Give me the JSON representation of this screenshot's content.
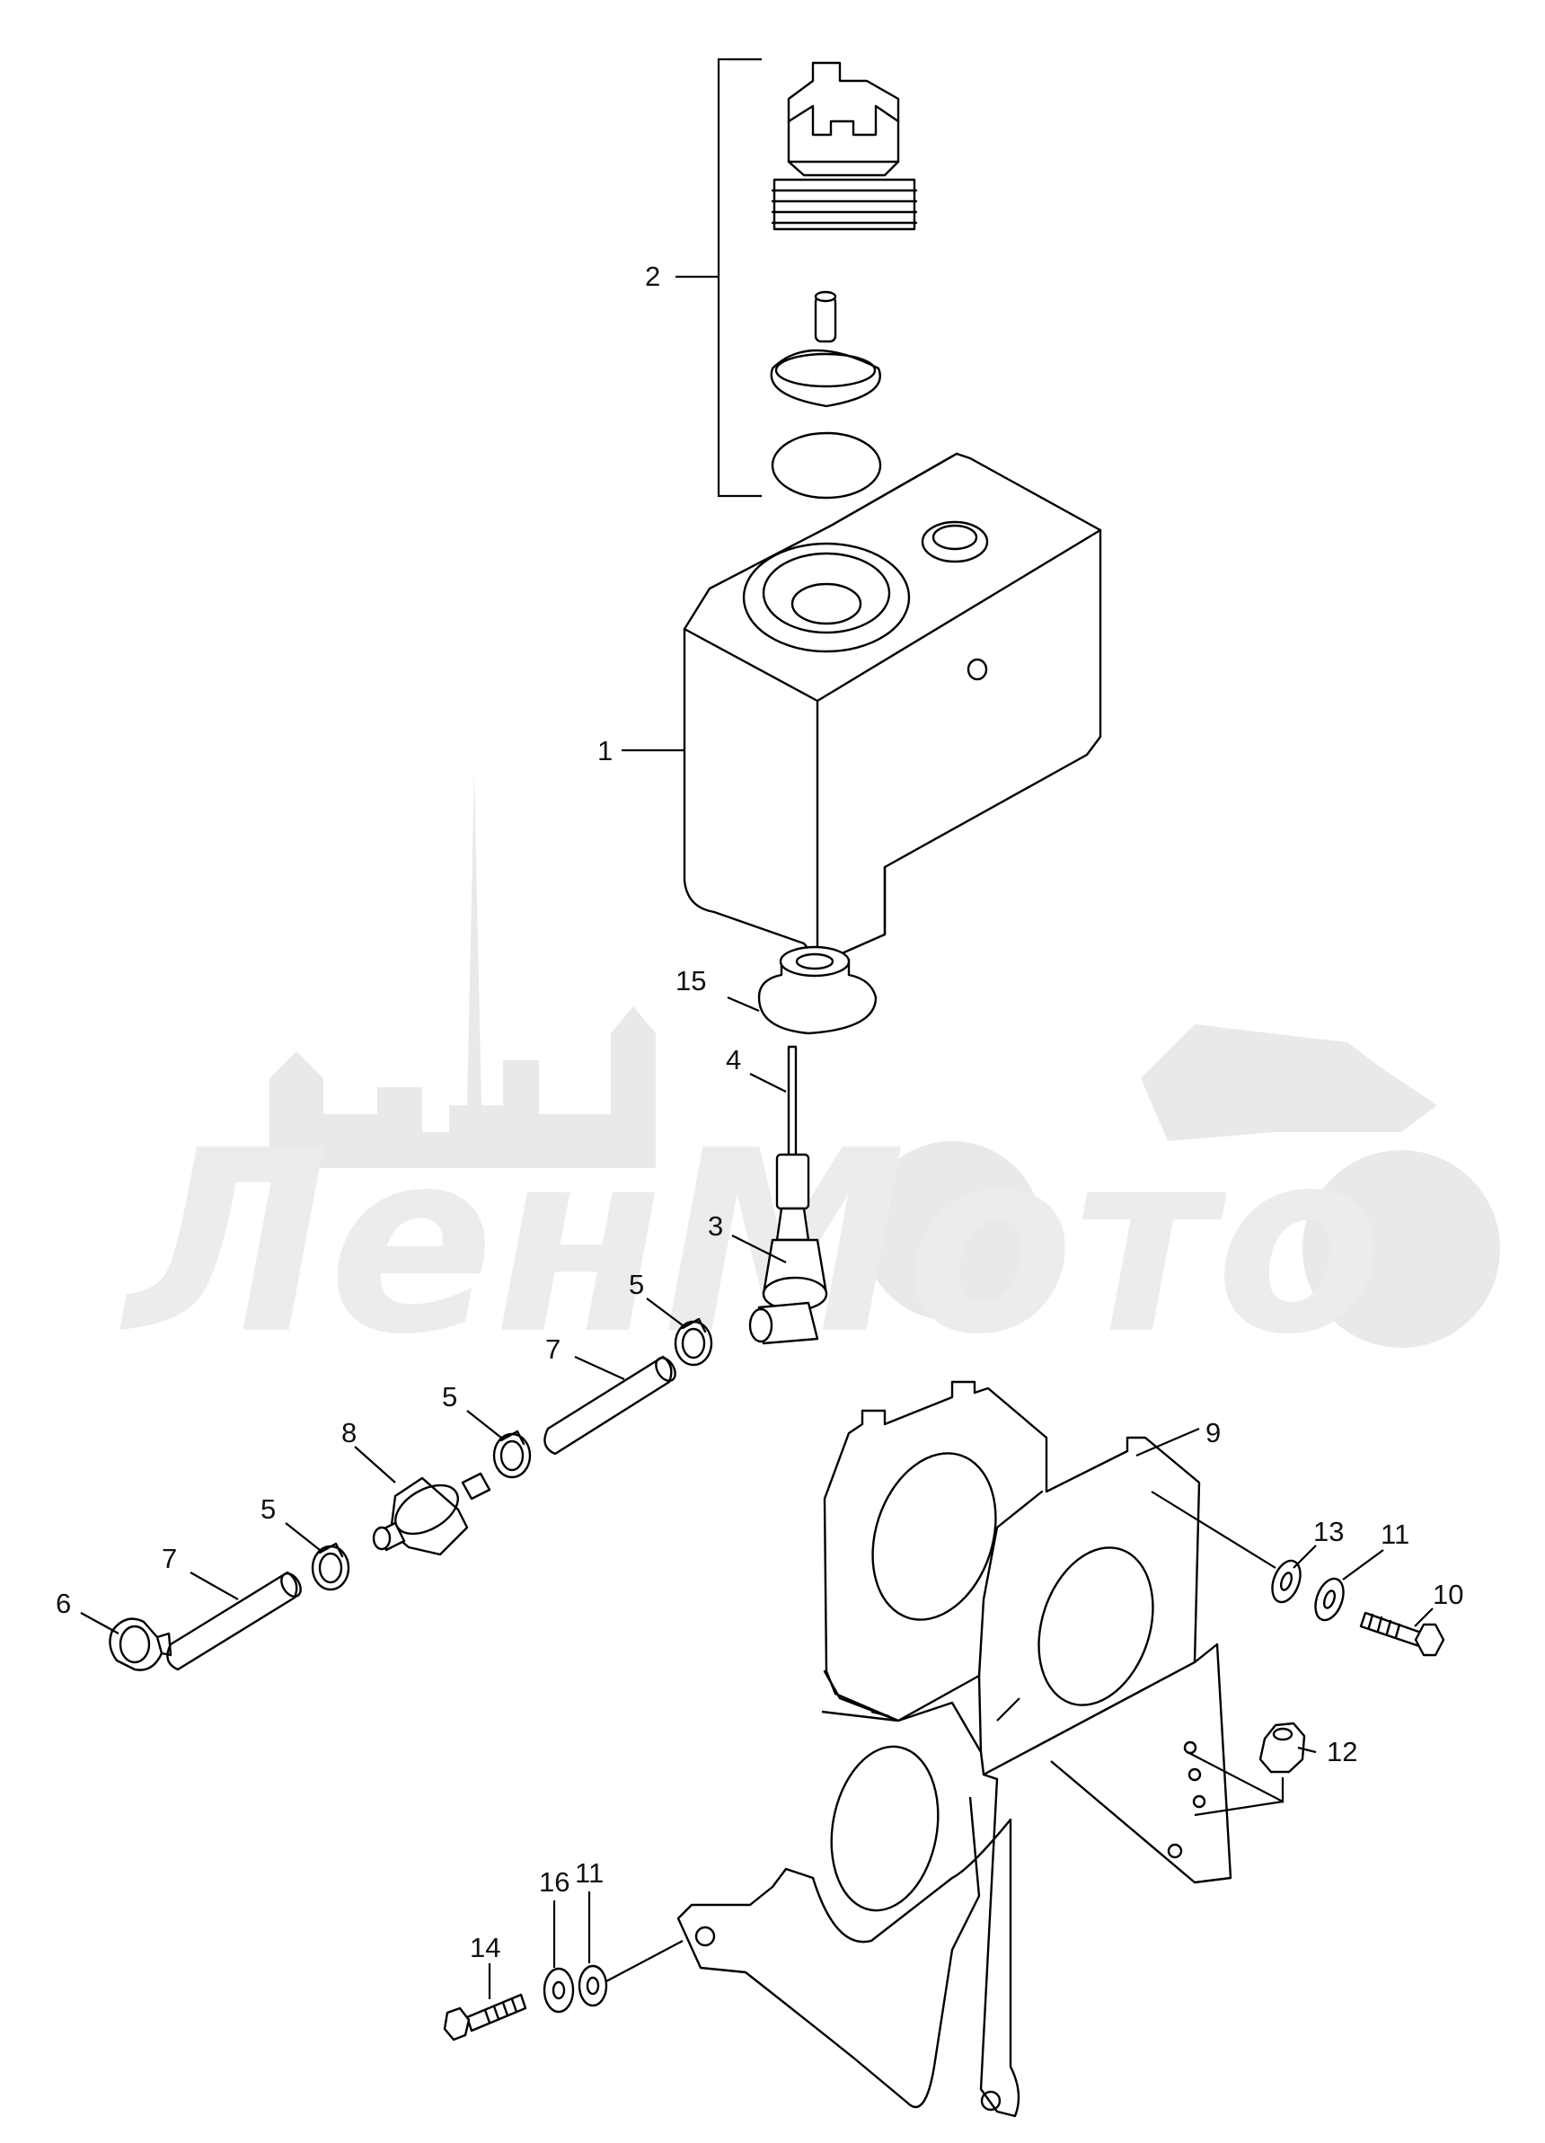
{
  "diagram": {
    "watermark_text": "ЛенМото",
    "callouts": [
      {
        "id": "c1",
        "number": "1"
      },
      {
        "id": "c2",
        "number": "2"
      },
      {
        "id": "c3",
        "number": "3"
      },
      {
        "id": "c4",
        "number": "4"
      },
      {
        "id": "c5a",
        "number": "5"
      },
      {
        "id": "c5b",
        "number": "5"
      },
      {
        "id": "c5c",
        "number": "5"
      },
      {
        "id": "c6",
        "number": "6"
      },
      {
        "id": "c7a",
        "number": "7"
      },
      {
        "id": "c7b",
        "number": "7"
      },
      {
        "id": "c8",
        "number": "8"
      },
      {
        "id": "c9",
        "number": "9"
      },
      {
        "id": "c10",
        "number": "10"
      },
      {
        "id": "c11a",
        "number": "11"
      },
      {
        "id": "c11b",
        "number": "11"
      },
      {
        "id": "c12",
        "number": "12"
      },
      {
        "id": "c13",
        "number": "13"
      },
      {
        "id": "c14",
        "number": "14"
      },
      {
        "id": "c15",
        "number": "15"
      },
      {
        "id": "c16",
        "number": "16"
      }
    ]
  }
}
